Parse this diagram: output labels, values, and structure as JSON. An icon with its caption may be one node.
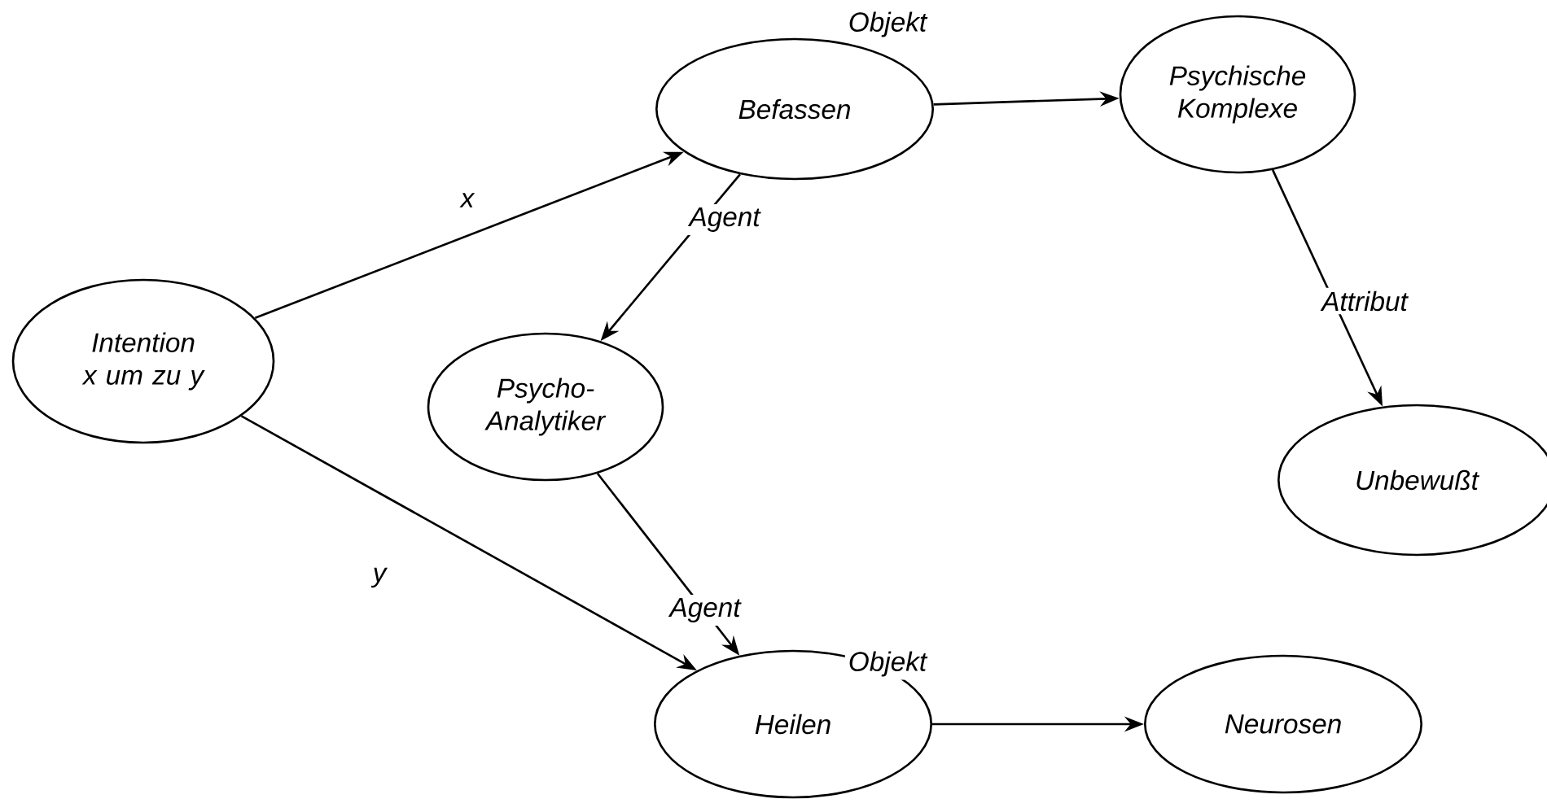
{
  "diagram": {
    "nodes": [
      {
        "text": [
          "Intention x um zu y"
        ]
      },
      {
        "text": [
          "Befassen"
        ]
      },
      {
        "text": [
          "Psychische Komplexe"
        ]
      },
      {
        "text": [
          "Psycho-Analytiker"
        ]
      },
      {
        "text": [
          "Unbewußt"
        ]
      },
      {
        "text": [
          "Heilen"
        ]
      },
      {
        "text": [
          "Neurosen"
        ]
      }
    ],
    "edges": [
      {
        "from": 0,
        "to": 1,
        "arrow": "to",
        "label": "x"
      },
      {
        "from": 0,
        "to": 5,
        "arrow": "to",
        "label": "y"
      },
      {
        "from": 1,
        "to": 2,
        "arrow": "to",
        "label": "Objekt"
      },
      {
        "from": 1,
        "to": 3,
        "arrow": "to",
        "label": "Agent"
      },
      {
        "from": 2,
        "to": 4,
        "arrow": "to",
        "label": "Attribut"
      },
      {
        "from": 3,
        "to": 5,
        "arrow": "to",
        "label": "Agent"
      },
      {
        "from": 5,
        "to": 6,
        "arrow": "to",
        "label": "Objekt"
      }
    ]
  }
}
